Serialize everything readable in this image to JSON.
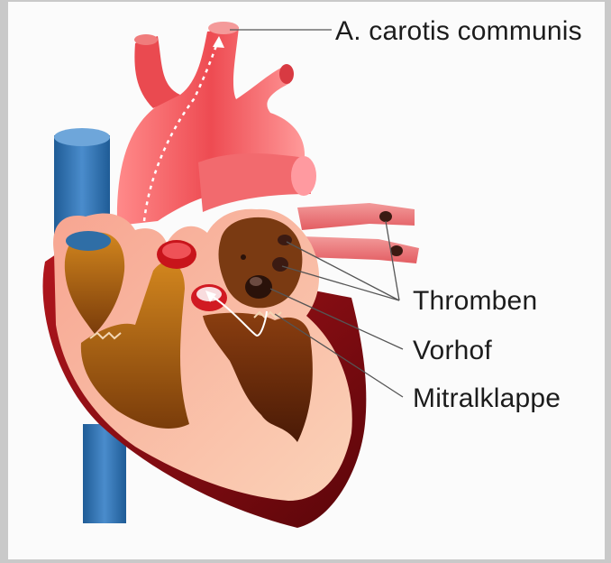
{
  "labels": {
    "carotis": "A. carotis communis",
    "thromben": "Thromben",
    "vorhof": "Vorhof",
    "mitralklappe": "Mitralklappe"
  },
  "colors": {
    "aorta": "#ee5a5e",
    "vein": "#2f6ea6",
    "myocardium": "#f6b7a2",
    "chamber": "#b86a1a",
    "atrium": "#7a3a12",
    "shadow": "#7a0c12",
    "thrombus": "#3b1a12",
    "leader": "#555555"
  }
}
